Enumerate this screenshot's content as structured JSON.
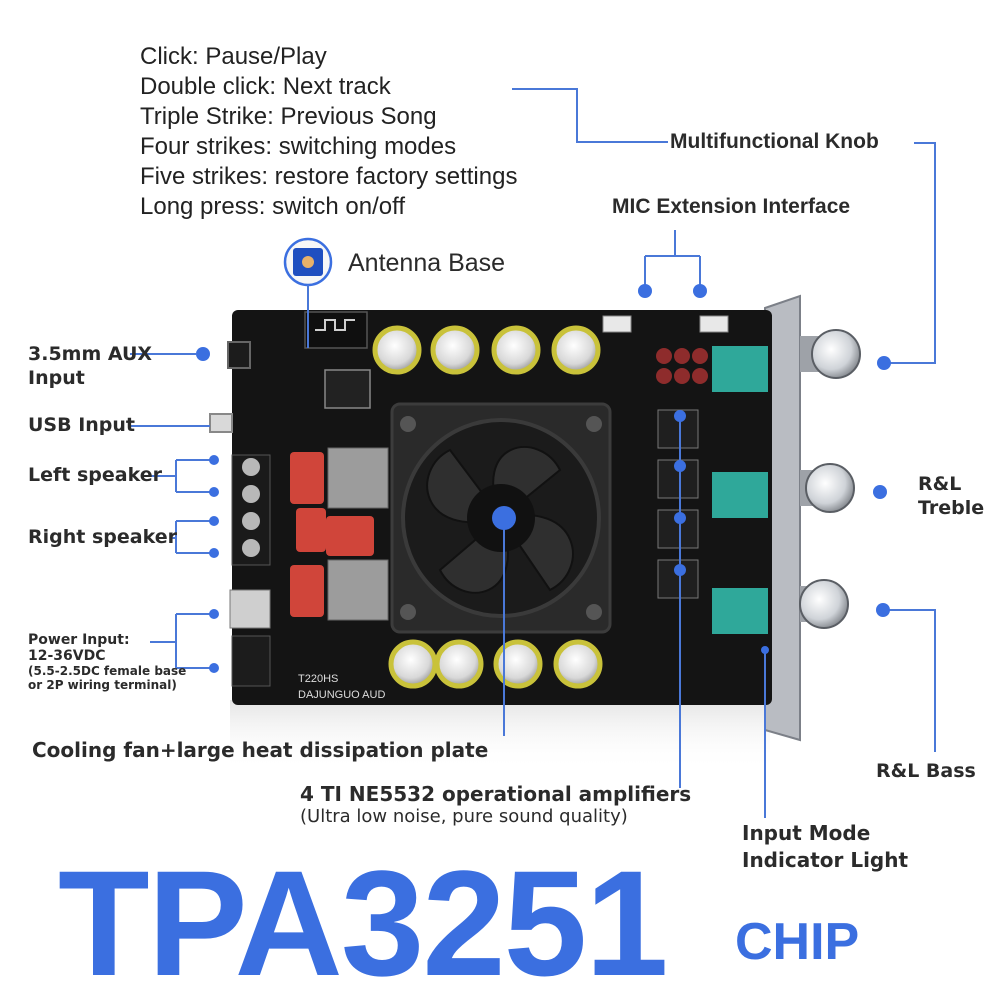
{
  "knob_instructions": [
    "Click: Pause/Play",
    "Double click: Next track",
    "Triple Strike: Previous Song",
    "Four strikes: switching modes",
    "Five strikes: restore factory settings",
    "Long press: switch on/off"
  ],
  "labels": {
    "multifunctional_knob": "Multifunctional Knob",
    "mic_extension": "MIC Extension Interface",
    "antenna_base": "Antenna Base",
    "aux_input_line1": "3.5mm AUX",
    "aux_input_line2": "Input",
    "usb_input": "USB Input",
    "left_speaker": "Left speaker",
    "right_speaker": "Right speaker",
    "power_input_line1": "Power Input:",
    "power_input_line2": "12-36VDC",
    "power_input_line3": "(5.5-2.5DC female base",
    "power_input_line4": "or 2P wiring terminal)",
    "treble_line1": "R&L",
    "treble_line2": "Treble",
    "bass": "R&L Bass",
    "cooling_fan": "Cooling fan+large heat dissipation plate",
    "opamps_line1": "4 TI NE5532 operational amplifiers",
    "opamps_line2": "(Ultra low noise, pure sound quality)",
    "indicator_line1": "Input Mode",
    "indicator_line2": "Indicator Light"
  },
  "board_text": {
    "model": "T220HS",
    "brand": "DAJUNGUO AUD"
  },
  "title": {
    "main": "TPA3251",
    "suffix": "CHIP"
  },
  "colors": {
    "accent": "#3b6fe0",
    "pointer_line": "#4a78d8",
    "board": "#141414"
  }
}
